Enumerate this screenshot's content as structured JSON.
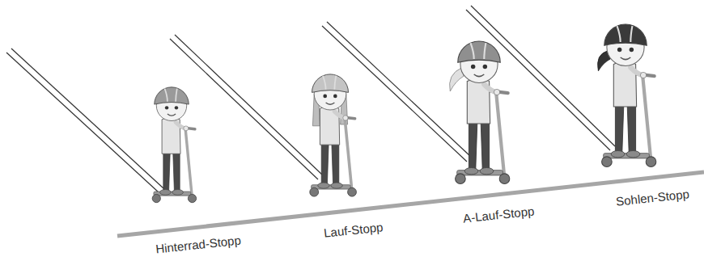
{
  "diagram": {
    "labels": [
      "Hinterrad-Stopp",
      "Lauf-Stopp",
      "A-Lauf-Stopp",
      "Sohlen-Stopp"
    ]
  }
}
